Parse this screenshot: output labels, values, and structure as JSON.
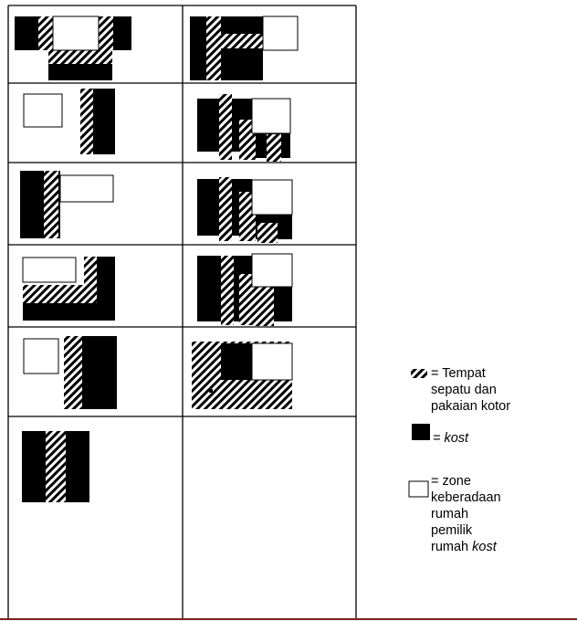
{
  "layout_grid": {
    "columns": 2,
    "rows": 6,
    "cells": [
      {
        "id": "r1c1",
        "pattern": "fig-1"
      },
      {
        "id": "r1c2",
        "pattern": "fig-2"
      },
      {
        "id": "r2c1",
        "pattern": "fig-3"
      },
      {
        "id": "r2c2",
        "pattern": "fig-4"
      },
      {
        "id": "r3c1",
        "pattern": "fig-5"
      },
      {
        "id": "r3c2",
        "pattern": "fig-6"
      },
      {
        "id": "r4c1",
        "pattern": "fig-7"
      },
      {
        "id": "r4c2",
        "pattern": "fig-8"
      },
      {
        "id": "r5c1",
        "pattern": "fig-9"
      },
      {
        "id": "r5c2",
        "pattern": "fig-10"
      },
      {
        "id": "r6c1",
        "pattern": "fig-11"
      },
      {
        "id": "r6c2",
        "pattern": "empty"
      }
    ]
  },
  "legend": {
    "hatched_label": "= Tempat\n    sepatu dan\n    pakaian kotor",
    "black_label": "= kost",
    "white_label_prefix": "= zone\n    keberadaan\n    rumah\n    pemilik\n    rumah ",
    "white_label_italic": "kost"
  },
  "colors": {
    "black_fill": "#000000",
    "hatch_stripe": "#000000",
    "hatch_bg": "#ffffff",
    "bottom_rule": "#7a1f1f"
  }
}
